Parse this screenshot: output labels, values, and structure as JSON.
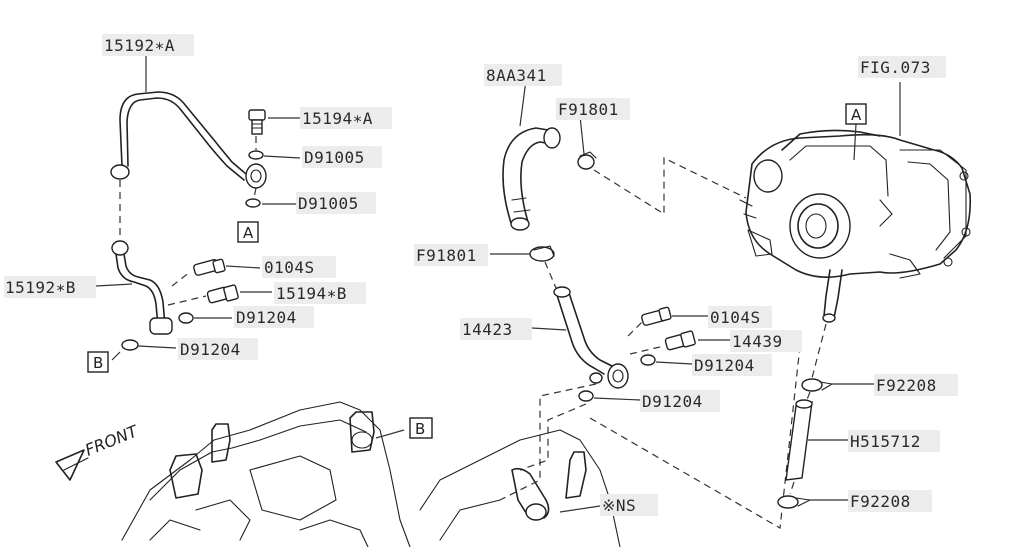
{
  "labels": {
    "l15192a": "15192∗A",
    "l15194a": "15194∗A",
    "d91005_1": "D91005",
    "d91005_2": "D91005",
    "l15192b": "15192∗B",
    "s0104_1": "0104S",
    "l15194b": "15194∗B",
    "d91204_1": "D91204",
    "d91204_2": "D91204",
    "l8aa341": "8AA341",
    "f91801_1": "F91801",
    "fig073": "FIG.073",
    "f91801_2": "F91801",
    "s0104_2": "0104S",
    "l14423": "14423",
    "l14439": "14439",
    "d91204_3": "D91204",
    "d91204_4": "D91204",
    "f92208_1": "F92208",
    "h515712": "H515712",
    "f92208_2": "F92208",
    "ns": "※NS"
  },
  "refs": {
    "box_a_left": "A",
    "box_a_turbo": "A",
    "box_b_left": "B",
    "box_b_engine": "B"
  },
  "front_label": "FRONT",
  "icons": [
    "front-arrow-icon"
  ]
}
